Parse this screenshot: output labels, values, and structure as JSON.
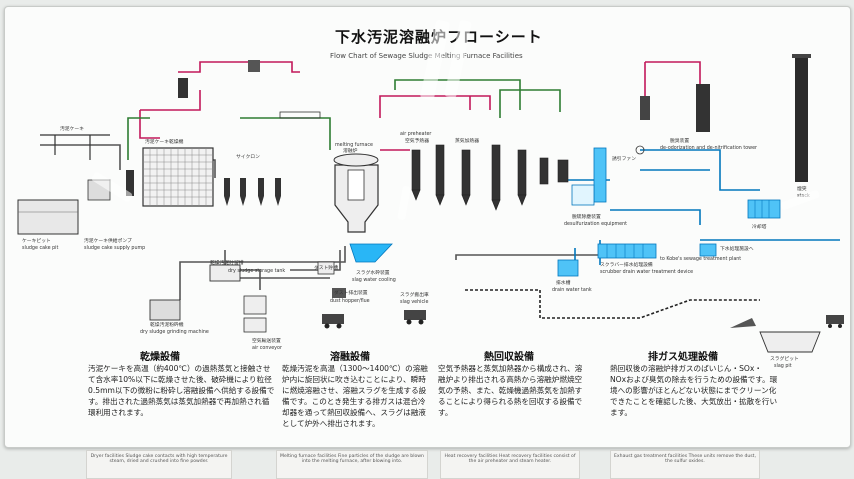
{
  "title": "下水汚泥溶融炉フローシート",
  "subtitle": "Flow Chart of Sewage Sludge Melting Furnace Facilities",
  "sections": [
    {
      "key": "drying",
      "heading": "乾燥設備",
      "body": "汚泥ケーキを高温（約400℃）の過熱蒸気と接触させて含水率10%以下に乾燥させた後、破砕機により粒径0.5mm以下の微粉に粉砕し溶融設備へ供給する設備です。排出された過熱蒸気は蒸気加熱器で再加熱され循環利用されます。"
    },
    {
      "key": "melting",
      "heading": "溶融設備",
      "body": "乾燥汚泥を高温（1300〜1400℃）の溶融炉内に旋回状に吹き込むことにより、瞬時に燃焼溶融させ、溶融スラグを生成する設備です。このとき発生する排ガスは混合冷却器を通って熱回収設備へ、スラグは融液として炉外へ排出されます。"
    },
    {
      "key": "heat",
      "heading": "熱回収設備",
      "body": "空気予熱器と蒸気加熱器から構成され、溶融炉より排出される高熱から溶融炉燃焼空気の予熱、また、乾燥機過熱蒸気を加熱することにより得られる熱を回収する設備です。"
    },
    {
      "key": "exhaust",
      "heading": "排ガス処理設備",
      "body": "熱回収後の溶融炉排ガスのばいじん・SOx・NOxおよび臭気の除去を行うための設備です。環境への影響がほとんどない状態にまでクリーン化できたことを確認した後、大気放出・拡散を行います。"
    }
  ],
  "plates": [
    {
      "key": "p1",
      "text": "Dryer facilities  Sludge cake contacts with high temperature steam, dried and crushed into fine powder."
    },
    {
      "key": "p2",
      "text": "Melting furnace facilities  Fine particles of the sludge are blown into the melting furnace, after blowing into."
    },
    {
      "key": "p3",
      "text": "Heat recovery facilities  Heat recovery facilities consist of the air preheater and steam heater."
    },
    {
      "key": "p4",
      "text": "Exhaust gas treatment facilities  These units remove the dust, the sulfur oxides."
    }
  ],
  "diagram_labels": {
    "sludge_cake_pit": "ケーキピット",
    "sludge_cake_pit_en": "sludge cake pit",
    "cake_pump": "汚泥ケーキ供給ポンプ",
    "cake_pump_en": "sludge cake supply pump",
    "sludge_cake": "汚泥ケーキ",
    "dryer": "汚泥ケーキ乾燥機",
    "cyclone": "サイクロン",
    "furnace": "溶融炉",
    "furnace_en": "melting furnace",
    "slag_cooling": "スラグ水砕装置",
    "slag_cooling_en": "slag water cooling",
    "dust_hopper": "ダスト排出装置",
    "dust_hopper_en": "dust hopper/flue",
    "slag_vehicle": "スラグ搬出車",
    "slag_vehicle_en": "slag vehicle",
    "air_preheater": "空気予熱器",
    "steam_heater": "蒸気加熱器",
    "air_preheater_en": "air preheater",
    "desulfur": "脱硫除塵装置",
    "desulfur_en": "desulfurization equipment",
    "scrubber": "スクラバー排水処理設備",
    "scrubber_en": "scrubber drain water treatment device",
    "drain_tank": "排水槽",
    "drain_tank_en": "drain water tank",
    "chimney": "煙突",
    "chimney_en": "stack",
    "dry_sludge_tank": "乾燥汚泥貯留槽",
    "dry_sludge_tank_en": "dry sludge storage tank",
    "grinding": "乾燥汚泥粉砕機",
    "grinding_en": "dry sludge grinding machine",
    "air_conveyor": "空気輸送装置",
    "air_conveyor_en": "air conveyor",
    "dust_tank": "ダスト貯槽",
    "sewage_treat": "下水処理施設へ",
    "sewage_treat_en": "to Kobe's sewage treatment plant",
    "slag_pit": "スラグピット",
    "slag_pit_en": "slag pit",
    "cooling_tower": "冷却塔",
    "induced_fan": "誘引ファン",
    "deodorization": "脱臭装置",
    "deodorization_en": "de-odorization and de-nitrification tower"
  }
}
